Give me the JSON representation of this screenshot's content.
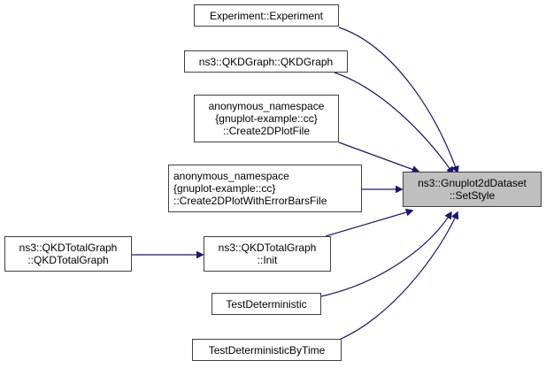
{
  "diagram": {
    "type": "caller-graph",
    "edge_color": "#191970",
    "focus_node": {
      "id": "setstyle",
      "lines": [
        "ns3::Gnuplot2dDataset",
        "::SetStyle"
      ],
      "fill": "#bfbfbf"
    },
    "nodes": [
      {
        "id": "experiment",
        "lines": [
          "Experiment::Experiment"
        ]
      },
      {
        "id": "qkdgraph",
        "lines": [
          "ns3::QKDGraph::QKDGraph"
        ]
      },
      {
        "id": "create2dplotfile",
        "lines": [
          "anonymous_namespace",
          "{gnuplot-example::cc}",
          "::Create2DPlotFile"
        ]
      },
      {
        "id": "create2dplotwitherrorbars",
        "lines": [
          "anonymous_namespace",
          "{gnuplot-example::cc}",
          "::Create2DPlotWithErrorBarsFile"
        ]
      },
      {
        "id": "qkdtotalgraph-init",
        "lines": [
          "ns3::QKDTotalGraph",
          "::Init"
        ]
      },
      {
        "id": "testdeterministic",
        "lines": [
          "TestDeterministic"
        ]
      },
      {
        "id": "testdeterministicbytime",
        "lines": [
          "TestDeterministicByTime"
        ]
      },
      {
        "id": "qkdtotalgraph-ctor",
        "lines": [
          "ns3::QKDTotalGraph",
          "::QKDTotalGraph"
        ]
      }
    ],
    "edges": [
      {
        "from": "experiment",
        "to": "setstyle"
      },
      {
        "from": "qkdgraph",
        "to": "setstyle"
      },
      {
        "from": "create2dplotfile",
        "to": "setstyle"
      },
      {
        "from": "create2dplotwitherrorbars",
        "to": "setstyle"
      },
      {
        "from": "qkdtotalgraph-init",
        "to": "setstyle"
      },
      {
        "from": "testdeterministic",
        "to": "setstyle"
      },
      {
        "from": "testdeterministicbytime",
        "to": "setstyle"
      },
      {
        "from": "qkdtotalgraph-ctor",
        "to": "qkdtotalgraph-init"
      }
    ]
  }
}
